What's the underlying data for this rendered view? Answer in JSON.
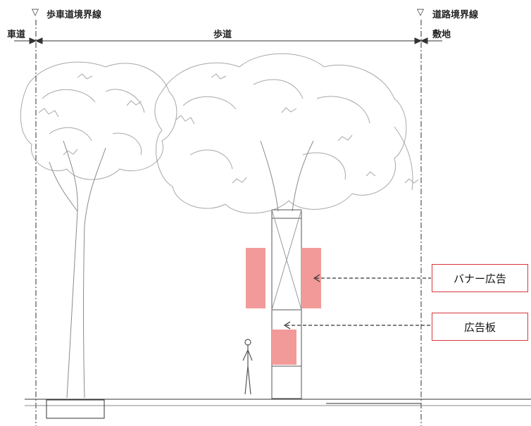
{
  "boundaries": {
    "left_label": "歩車道境界線",
    "right_label": "道路境界線",
    "marker": "▽"
  },
  "zones": {
    "roadway": "車道",
    "sidewalk": "歩道",
    "site": "敷地"
  },
  "callouts": {
    "banner": "バナー広告",
    "board": "広告板"
  },
  "colors": {
    "ad_fill": "#f29a9a",
    "callout_border": "#d9363e",
    "line": "#333333",
    "tree": "#8a8a8a"
  }
}
